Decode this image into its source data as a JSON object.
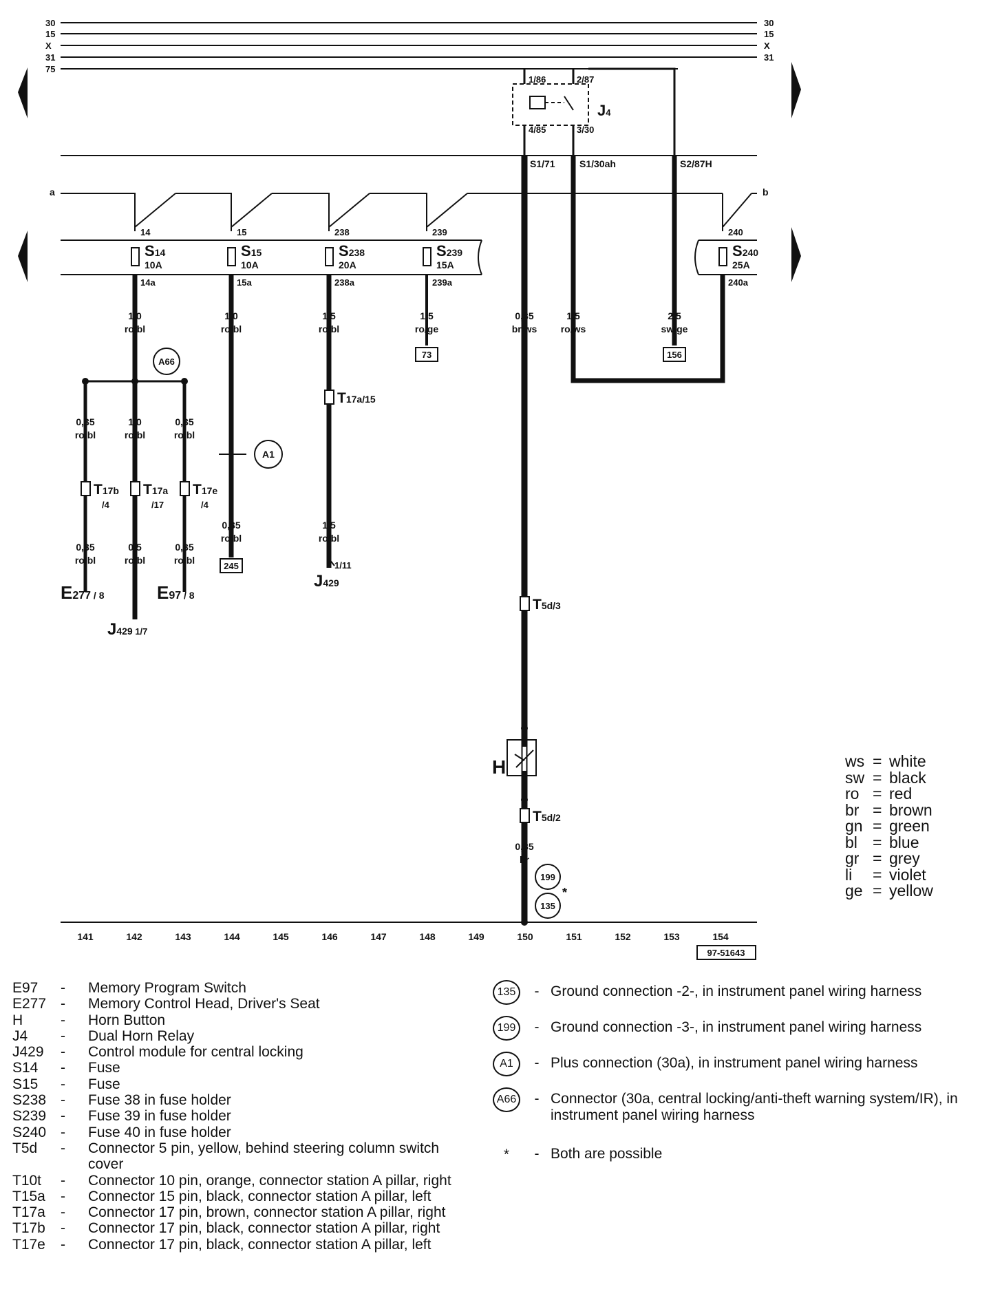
{
  "bus_labels": [
    "30",
    "15",
    "X",
    "31",
    "75"
  ],
  "relay": {
    "name": "J4",
    "terminals": [
      "1/86",
      "2/87",
      "4/85",
      "3/30"
    ],
    "outputs": [
      "S1/71",
      "S1/30ah",
      "S2/87H"
    ]
  },
  "feed_labels": {
    "left": "a",
    "right": "b"
  },
  "fuses": [
    {
      "id": "S14",
      "in": "14",
      "out": "14a",
      "rating": "10A",
      "sub": "14"
    },
    {
      "id": "S15",
      "in": "15",
      "out": "15a",
      "rating": "10A",
      "sub": "15"
    },
    {
      "id": "S238",
      "in": "238",
      "out": "238a",
      "rating": "20A",
      "sub": "238"
    },
    {
      "id": "S239",
      "in": "239",
      "out": "239a",
      "rating": "15A",
      "sub": "239"
    },
    {
      "id": "S240",
      "in": "240",
      "out": "240a",
      "rating": "25A",
      "sub": "240"
    }
  ],
  "wires": [
    {
      "size": "1,0",
      "color": "ro/bl"
    },
    {
      "size": "1,0",
      "color": "ro/bl"
    },
    {
      "size": "1,5",
      "color": "ro/bl"
    },
    {
      "size": "1,5",
      "color": "ro/ge"
    },
    {
      "size": "0,35",
      "color": "br/ws"
    },
    {
      "size": "1,5",
      "color": "ro/ws"
    },
    {
      "size": "2,5",
      "color": "sw/ge"
    }
  ],
  "refs": [
    "73",
    "156",
    "245"
  ],
  "branch_wires": [
    {
      "size": "0,35",
      "color": "ro/bl"
    },
    {
      "size": "1,0",
      "color": "ro/bl"
    },
    {
      "size": "0,35",
      "color": "ro/bl"
    },
    {
      "size": "0,35",
      "color": "ro/bl"
    },
    {
      "size": "0,5",
      "color": "ro/bl"
    },
    {
      "size": "0,35",
      "color": "ro/bl"
    },
    {
      "size": "0,35",
      "color": "ro/bl"
    },
    {
      "size": "1,5",
      "color": "ro/bl"
    },
    {
      "size": "0,35",
      "color": "br"
    }
  ],
  "connectors": [
    {
      "name": "T17b",
      "pin": "/4"
    },
    {
      "name": "T17a",
      "pin": "/17"
    },
    {
      "name": "T17e",
      "pin": "/4"
    },
    {
      "name": "T17a",
      "pin": "/15"
    },
    {
      "name": "T5d",
      "pin": "/3"
    },
    {
      "name": "T5d",
      "pin": "/2"
    }
  ],
  "circles": [
    "A66",
    "A1",
    "199",
    "135"
  ],
  "asterisk": "*",
  "endpoints": {
    "e277": {
      "name": "E",
      "sub": "277",
      "pin": " / 8"
    },
    "e97": {
      "name": "E",
      "sub": "97",
      "pin": " / 8"
    },
    "j429a": {
      "name": "J",
      "sub": "429",
      "pin": " 1/7"
    },
    "j429b": {
      "name": "J",
      "sub": "429",
      "pin": "1/11"
    },
    "horn": "H"
  },
  "track_numbers": [
    "141",
    "142",
    "143",
    "144",
    "145",
    "146",
    "147",
    "148",
    "149",
    "150",
    "151",
    "152",
    "153",
    "154"
  ],
  "figure_id": "97-51643",
  "color_codes": [
    {
      "abbr": "ws",
      "name": "white"
    },
    {
      "abbr": "sw",
      "name": "black"
    },
    {
      "abbr": "ro",
      "name": "red"
    },
    {
      "abbr": "br",
      "name": "brown"
    },
    {
      "abbr": "gn",
      "name": "green"
    },
    {
      "abbr": "bl",
      "name": "blue"
    },
    {
      "abbr": "gr",
      "name": "grey"
    },
    {
      "abbr": "li",
      "name": "violet"
    },
    {
      "abbr": "ge",
      "name": "yellow"
    }
  ],
  "legend": [
    {
      "code": "E97",
      "desc": "Memory Program Switch"
    },
    {
      "code": "E277",
      "desc": "Memory Control Head, Driver's Seat"
    },
    {
      "code": "H",
      "desc": "Horn Button"
    },
    {
      "code": "J4",
      "desc": "Dual Horn Relay"
    },
    {
      "code": "J429",
      "desc": "Control module for central locking"
    },
    {
      "code": "S14",
      "desc": "Fuse"
    },
    {
      "code": "S15",
      "desc": "Fuse"
    },
    {
      "code": "S238",
      "desc": "Fuse 38 in fuse holder"
    },
    {
      "code": "S239",
      "desc": "Fuse 39 in fuse holder"
    },
    {
      "code": "S240",
      "desc": "Fuse 40 in fuse holder"
    },
    {
      "code": "T5d",
      "desc": "Connector 5 pin, yellow, behind steering column switch cover"
    },
    {
      "code": "T10t",
      "desc": "Connector 10 pin, orange, connector station A pillar, right"
    },
    {
      "code": "T15a",
      "desc": "Connector 15 pin, black, connector station A pillar, left"
    },
    {
      "code": "T17a",
      "desc": "Connector 17 pin, brown, connector station A pillar, right"
    },
    {
      "code": "T17b",
      "desc": "Connector 17 pin, black, connector station A pillar, right"
    },
    {
      "code": "T17e",
      "desc": "Connector 17 pin, black, connector station A pillar, left"
    }
  ],
  "legend_symbols": [
    {
      "symbol": "135",
      "desc": "Ground connection -2-, in instrument panel wiring harness"
    },
    {
      "symbol": "199",
      "desc": "Ground connection -3-, in instrument panel wiring harness"
    },
    {
      "symbol": "A1",
      "desc": "Plus connection (30a), in instrument panel wiring harness"
    },
    {
      "symbol": "A66",
      "desc": "Connector (30a, central locking/anti-theft warning system/IR), in instrument panel wiring harness"
    },
    {
      "symbol": "*",
      "desc": "Both are possible"
    }
  ]
}
